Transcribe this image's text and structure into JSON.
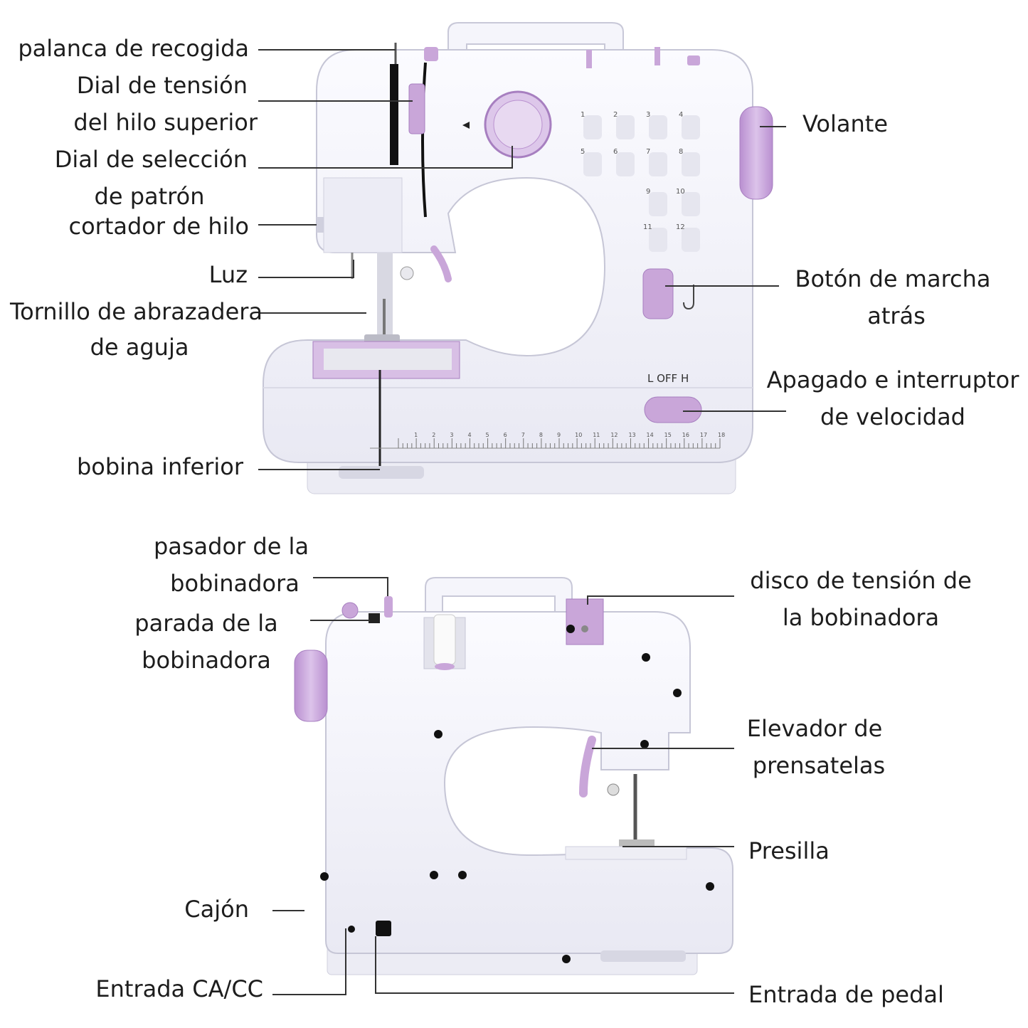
{
  "colors": {
    "body": "#f3f3fa",
    "body_shade": "#dcdcea",
    "accent": "#c9a6d9",
    "accent_dark": "#a77fc0",
    "line": "#333333",
    "text": "#1d1d1d"
  },
  "front_view": {
    "labels": {
      "take_up_lever": "palanca de recogida",
      "upper_tension_1": "Dial de tensión",
      "upper_tension_2": "del hilo superior",
      "pattern_dial_1": "Dial de selección",
      "pattern_dial_2": "de patrón",
      "thread_cutter": "cortador de hilo",
      "light": "Luz",
      "needle_clamp_1": "Tornillo de abrazadera",
      "needle_clamp_2": "de aguja",
      "lower_bobbin": "bobina inferior",
      "handwheel": "Volante",
      "reverse_1": "Botón de marcha",
      "reverse_2": "atrás",
      "switch_1": "Apagado e interruptor",
      "switch_2": "de velocidad"
    },
    "switch_text": "L  OFF  H",
    "stitch_numbers": [
      "1",
      "2",
      "3",
      "4",
      "5",
      "6",
      "7",
      "8",
      "9",
      "10",
      "11",
      "12"
    ],
    "ruler_numbers": [
      "1",
      "2",
      "3",
      "4",
      "5",
      "6",
      "7",
      "8",
      "9",
      "10",
      "11",
      "12",
      "13",
      "14",
      "15",
      "16",
      "17",
      "18"
    ]
  },
  "back_view": {
    "labels": {
      "winder_pin_1": "pasador de la",
      "winder_pin_2": "bobinadora",
      "winder_stop_1": "parada de la",
      "winder_stop_2": "bobinadora",
      "winder_disc_1": "disco de tensión de",
      "winder_disc_2": "la bobinadora",
      "presser_lifter_1": "Elevador de",
      "presser_lifter_2": "prensatelas",
      "clip": "Presilla",
      "drawer": "Cajón",
      "power_input": "Entrada CA/CC",
      "pedal_input": "Entrada de pedal"
    }
  }
}
